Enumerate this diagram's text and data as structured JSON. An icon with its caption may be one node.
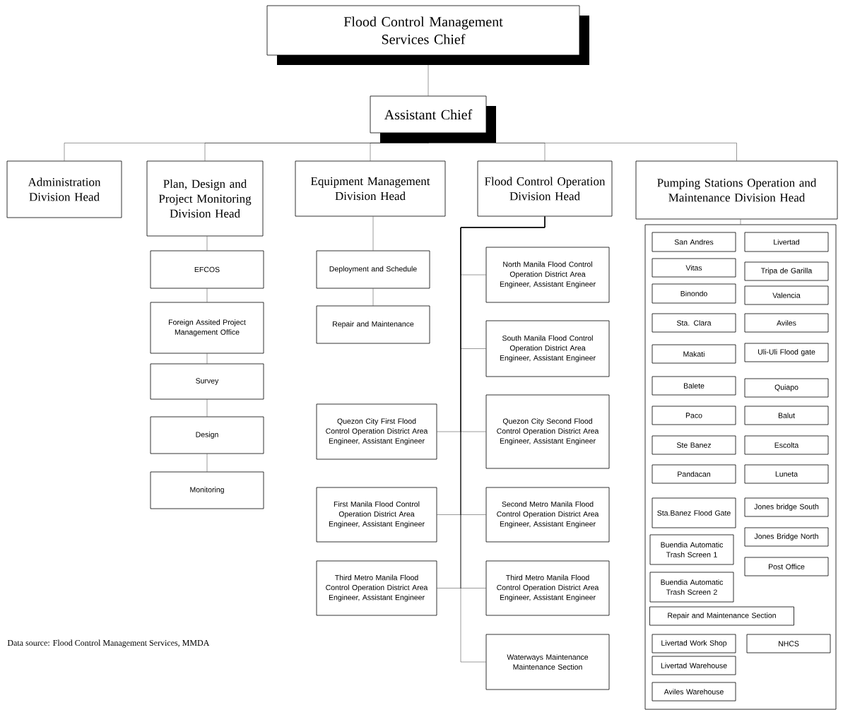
{
  "diagram": {
    "nodes": [
      {
        "text": [
          "Flood Control Management Services Chief"
        ]
      },
      {
        "text": [
          "Assistant Chief"
        ]
      },
      {
        "text": [
          "Administration Division Head"
        ]
      },
      {
        "text": [
          "Plan, Design and Project Monitoring Division Head"
        ]
      },
      {
        "text": [
          "Equipment Management Division Head"
        ]
      },
      {
        "text": [
          "Flood Control Operation Division Head"
        ]
      },
      {
        "text": [
          "Pumping Stations Operation and Maintenance Division Head"
        ]
      },
      {
        "text": [
          "EFCOS"
        ]
      },
      {
        "text": [
          "Foreign Assited Project Management Office"
        ]
      },
      {
        "text": [
          "Survey"
        ]
      },
      {
        "text": [
          "Design"
        ]
      },
      {
        "text": [
          "Monitoring"
        ]
      },
      {
        "text": [
          "Deployment and Schedule"
        ]
      },
      {
        "text": [
          "Repair and Maintenance"
        ]
      },
      {
        "text": [
          "North Manila Flood Control Operation District Area Engineer, Assistant Engineer"
        ]
      },
      {
        "text": [
          "South Manila Flood Control Operation District Area Engineer, Assistant Engineer"
        ]
      },
      {
        "text": [
          "Quezon City First Flood Control Operation District Area Engineer, Assistant Engineer"
        ]
      },
      {
        "text": [
          "Quezon City Second Flood Control Operation District Area Engineer, Assistant Engineer"
        ]
      },
      {
        "text": [
          "First Manila Flood Control Operation District Area Engineer, Assistant Engineer"
        ]
      },
      {
        "text": [
          "Second Metro Manila Flood Control Operation District Area Engineer, Assistant Engineer"
        ]
      },
      {
        "text": [
          "Third Metro Manila Flood Control Operation District Area Engineer, Assistant Engineer"
        ]
      },
      {
        "text": [
          "Third Metro Manila Flood Control Operation District Area Engineer, Assistant Engineer"
        ]
      },
      {
        "text": [
          "Waterways Maintenance Maintenance Section"
        ]
      },
      {
        "text": [],
        "shape": "box"
      },
      {
        "text": [
          "San Andres"
        ],
        "in": 23
      },
      {
        "text": [
          "Livertad"
        ],
        "in": 23
      },
      {
        "text": [
          "Vitas"
        ],
        "in": 23
      },
      {
        "text": [
          "Tripa de Garilla"
        ],
        "in": 23
      },
      {
        "text": [
          "Binondo"
        ],
        "in": 23
      },
      {
        "text": [
          "Valencia"
        ],
        "in": 23
      },
      {
        "text": [
          "Sta. Clara"
        ],
        "in": 23
      },
      {
        "text": [
          "Aviles"
        ],
        "in": 23
      },
      {
        "text": [
          "Makati"
        ],
        "in": 23
      },
      {
        "text": [
          "Uli-Uli Flood gate"
        ],
        "in": 23
      },
      {
        "text": [
          "Balete"
        ],
        "in": 23
      },
      {
        "text": [
          "Quiapo"
        ],
        "in": 23
      },
      {
        "text": [
          "Paco"
        ],
        "in": 23
      },
      {
        "text": [
          "Balut"
        ],
        "in": 23
      },
      {
        "text": [
          "Ste Banez"
        ],
        "in": 23
      },
      {
        "text": [
          "Escolta"
        ],
        "in": 23
      },
      {
        "text": [
          "Pandacan"
        ],
        "in": 23
      },
      {
        "text": [
          "Luneta"
        ],
        "in": 23
      },
      {
        "text": [
          "Sta.Banez Flood Gate"
        ],
        "in": 23
      },
      {
        "text": [
          "Jones bridge South"
        ],
        "in": 23
      },
      {
        "text": [
          "Buendia Automatic Trash Screen 1"
        ],
        "in": 23
      },
      {
        "text": [
          "Jones Bridge North"
        ],
        "in": 23
      },
      {
        "text": [
          "Post Office"
        ],
        "in": 23
      },
      {
        "text": [
          "Buendia Automatic Trash Screen 2"
        ],
        "in": 23
      },
      {
        "text": [
          "Repair and Maintenance Section"
        ],
        "in": 23
      },
      {
        "text": [
          "Livertad Work Shop"
        ],
        "in": 23
      },
      {
        "text": [
          "NHCS"
        ],
        "in": 23
      },
      {
        "text": [
          "Livertad Warehouse"
        ],
        "in": 23
      },
      {
        "text": [
          "Aviles Warehouse"
        ],
        "in": 23
      }
    ],
    "edges": [
      {
        "from": 0,
        "to": 1,
        "arrow": "none"
      },
      {
        "from": 1,
        "to": 2,
        "arrow": "none"
      },
      {
        "from": 1,
        "to": 3,
        "arrow": "none"
      },
      {
        "from": 1,
        "to": 4,
        "arrow": "none"
      },
      {
        "from": 1,
        "to": 5,
        "arrow": "none"
      },
      {
        "from": 1,
        "to": 6,
        "arrow": "none"
      },
      {
        "from": 3,
        "to": 7,
        "arrow": "none"
      },
      {
        "from": 7,
        "to": 8,
        "arrow": "none"
      },
      {
        "from": 8,
        "to": 9,
        "arrow": "none"
      },
      {
        "from": 9,
        "to": 10,
        "arrow": "none"
      },
      {
        "from": 10,
        "to": 11,
        "arrow": "none"
      },
      {
        "from": 4,
        "to": 12,
        "arrow": "none"
      },
      {
        "from": 12,
        "to": 13,
        "arrow": "none"
      },
      {
        "from": 5,
        "to": 14,
        "arrow": "none"
      },
      {
        "from": 5,
        "to": 15,
        "arrow": "none"
      },
      {
        "from": 5,
        "to": 16,
        "arrow": "none"
      },
      {
        "from": 5,
        "to": 17,
        "arrow": "none"
      },
      {
        "from": 5,
        "to": 18,
        "arrow": "none"
      },
      {
        "from": 5,
        "to": 19,
        "arrow": "none"
      },
      {
        "from": 5,
        "to": 20,
        "arrow": "none"
      },
      {
        "from": 5,
        "to": 21,
        "arrow": "none"
      },
      {
        "from": 5,
        "to": 22,
        "arrow": "none"
      },
      {
        "from": 6,
        "to": 23,
        "arrow": "none"
      }
    ],
    "labels": [
      "Data source: Flood Control Management Services, MMDA"
    ]
  }
}
